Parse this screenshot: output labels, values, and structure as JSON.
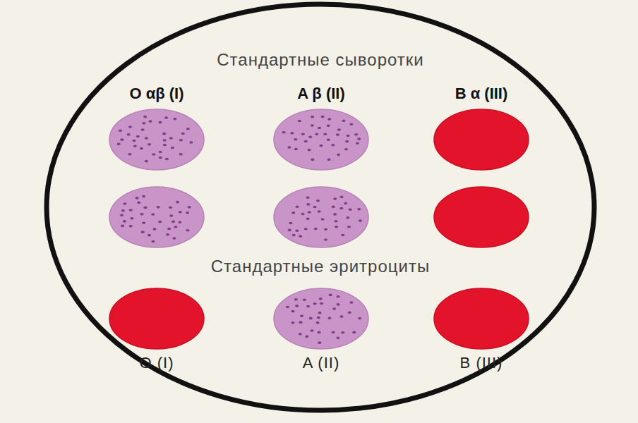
{
  "diagram": {
    "nodes": [
      {
        "text": [
          "Стандартные сыворотки",
          "Стандартные эритроциты"
        ]
      },
      {
        "text": [
          "O αβ (I)"
        ],
        "in": 0
      },
      {
        "text": [
          "A β (II)"
        ],
        "in": 0
      },
      {
        "text": [
          "B α (III)"
        ],
        "in": 0
      },
      {
        "text": [
          "O (I)"
        ],
        "in": 0
      },
      {
        "text": [
          "A (II)"
        ],
        "in": 0
      },
      {
        "text": [
          "B (III)"
        ],
        "in": 0
      }
    ]
  }
}
